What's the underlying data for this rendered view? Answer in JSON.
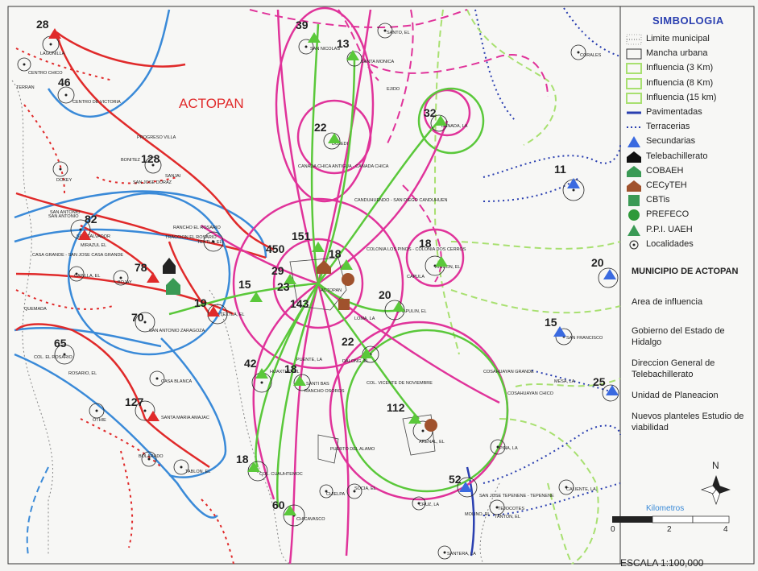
{
  "map": {
    "town_label": "ACTOPAN",
    "center_label": "ACTOPAN",
    "north_label": "N",
    "plantel_numbers": [
      {
        "label": "28"
      },
      {
        "label": "46"
      },
      {
        "label": "128"
      },
      {
        "label": "82"
      },
      {
        "label": "78"
      },
      {
        "label": "70"
      },
      {
        "label": "65"
      },
      {
        "label": "127"
      },
      {
        "label": "19"
      },
      {
        "label": "15"
      },
      {
        "label": "450"
      },
      {
        "label": "151"
      },
      {
        "label": "29"
      },
      {
        "label": "23"
      },
      {
        "label": "143"
      },
      {
        "label": "18"
      },
      {
        "label": "39"
      },
      {
        "label": "13"
      },
      {
        "label": "22"
      },
      {
        "label": "32"
      },
      {
        "label": "18"
      },
      {
        "label": "20"
      },
      {
        "label": "22"
      },
      {
        "label": "42"
      },
      {
        "label": "18"
      },
      {
        "label": "112"
      },
      {
        "label": "18"
      },
      {
        "label": "60"
      },
      {
        "label": "52"
      },
      {
        "label": "11"
      },
      {
        "label": "20"
      },
      {
        "label": "15"
      },
      {
        "label": "25"
      }
    ],
    "localities": [
      {
        "name": "LAGUNILLA"
      },
      {
        "name": "CENTRO CHICO"
      },
      {
        "name": "TERRAN"
      },
      {
        "name": "CENTRO DE VICTORIA"
      },
      {
        "name": "PROGRESO VILLA"
      },
      {
        "name": "BONITEZ"
      },
      {
        "name": "SANJAI"
      },
      {
        "name": "SAN JOSE DORAZ"
      },
      {
        "name": "DOXEY"
      },
      {
        "name": "SAN ANTONIO"
      },
      {
        "name": "SAN SALVADOR"
      },
      {
        "name": "RANCHO EL ROSARIO"
      },
      {
        "name": "TRACCION EL ROSARIO"
      },
      {
        "name": "MIRAZUL EL"
      },
      {
        "name": "CASA GRANDE - SAN JOSE CASA GRANDE"
      },
      {
        "name": "CAPILLA, EL"
      },
      {
        "name": "TEXTLA, EL"
      },
      {
        "name": "BOJAY"
      },
      {
        "name": "QUEMADA"
      },
      {
        "name": "SAN NICOLAS"
      },
      {
        "name": "SANTA MONICA"
      },
      {
        "name": "EJIDO"
      },
      {
        "name": "BANADA, LA"
      },
      {
        "name": "DOJEDI"
      },
      {
        "name": "CANADA CHICA ANTIGUA - CANADA CHICA"
      },
      {
        "name": "CANDUHUENDO - SAN DIEGO CANDUHUEN"
      },
      {
        "name": "COLONIA LOS PINOS - COLONIA DOS CERROS"
      },
      {
        "name": "RINCON, EL"
      },
      {
        "name": "CAPULA"
      },
      {
        "name": "ACTOPAN"
      },
      {
        "name": "LOMA, LA"
      },
      {
        "name": "CHAPULIN, EL"
      },
      {
        "name": "TEXTLA, EL"
      },
      {
        "name": "SAN ANTONIO ZARAGOZA"
      },
      {
        "name": "COL. EL ROSARIO"
      },
      {
        "name": "ROSARIO, EL"
      },
      {
        "name": "SANTA MARIA AMAJAC"
      },
      {
        "name": "OTHIE"
      },
      {
        "name": "BOLARADO"
      },
      {
        "name": "TABLON, EL"
      },
      {
        "name": "CASA BLANCA"
      },
      {
        "name": "PUENTE, LA"
      },
      {
        "name": "DALONG, EL"
      },
      {
        "name": "HUAXTHO, EL"
      },
      {
        "name": "SANTI BAS"
      },
      {
        "name": "RANCHO OSOROS"
      },
      {
        "name": "COL. VICENTE DE NOVIEMBRE"
      },
      {
        "name": "COSAHUAYAN GRANDE"
      },
      {
        "name": "COSAHUAYAN CHICO"
      },
      {
        "name": "MESA, LA"
      },
      {
        "name": "SAN FRANCISCO"
      },
      {
        "name": "PUERTO DEL ALAMO"
      },
      {
        "name": "COL. CUAUHTEMOC"
      },
      {
        "name": "ARENAL, EL"
      },
      {
        "name": "PINA, LA"
      },
      {
        "name": "CHICAVASCO"
      },
      {
        "name": "CHIELPA"
      },
      {
        "name": "SOCIA, EL"
      },
      {
        "name": "CRUZ, LA"
      },
      {
        "name": "TEJOCOTES"
      },
      {
        "name": "SAN JOSE TEPENENE - TEPENENE"
      },
      {
        "name": "CALIENTE, LA"
      },
      {
        "name": "MOLINO, EL"
      },
      {
        "name": "TANTON, EL"
      },
      {
        "name": "SANTERA, LA"
      },
      {
        "name": "SANTO, EL"
      },
      {
        "name": "CORALES"
      },
      {
        "name": "SAN ANTONIO"
      }
    ]
  },
  "legend": {
    "title": "SIMBOLOGIA",
    "items": [
      {
        "label": "Limite municipal",
        "symbol": "dotted-line"
      },
      {
        "label": "Mancha urbana",
        "symbol": "box"
      },
      {
        "label": "Influencia (3 Km)",
        "symbol": "green-box"
      },
      {
        "label": "Influencia (8 Km)",
        "symbol": "green-box"
      },
      {
        "label": "Influencia (15 km)",
        "symbol": "green-box"
      },
      {
        "label": "Pavimentadas",
        "symbol": "blue-line"
      },
      {
        "label": "Terracerias",
        "symbol": "blue-dots"
      },
      {
        "label": "Secundarias",
        "symbol": "blue-triangle"
      },
      {
        "label": "Telebachillerato",
        "symbol": "black-house"
      },
      {
        "label": "COBAEH",
        "symbol": "green-house"
      },
      {
        "label": "CECyTEH",
        "symbol": "brown-house"
      },
      {
        "label": "CBTis",
        "symbol": "green-square"
      },
      {
        "label": "PREFECO",
        "symbol": "green-circle"
      },
      {
        "label": "P.P.I. UAEH",
        "symbol": "green-triangle"
      },
      {
        "label": "Localidades",
        "symbol": "locality-dot"
      }
    ],
    "municipio_title": "MUNICIPIO DE ACTOPAN",
    "area": "Area de influencia",
    "gobierno": "Gobierno del Estado de Hidalgo",
    "direccion": "Direccion General de Telebachillerato",
    "unidad": "Unidad de Planeacion",
    "nuevos": "Nuevos planteles Estudio de viabilidad",
    "scale_title": "Kilometros",
    "scale_ticks": [
      "0",
      "2",
      "4"
    ],
    "escala": "ESCALA 1:100,000"
  },
  "colors": {
    "magenta": "#e0339a",
    "green": "#5ac83a",
    "red": "#e02a2a",
    "blue": "#3a8ad8",
    "dark_blue": "#2a3fb0",
    "light_green": "#a8e070"
  }
}
